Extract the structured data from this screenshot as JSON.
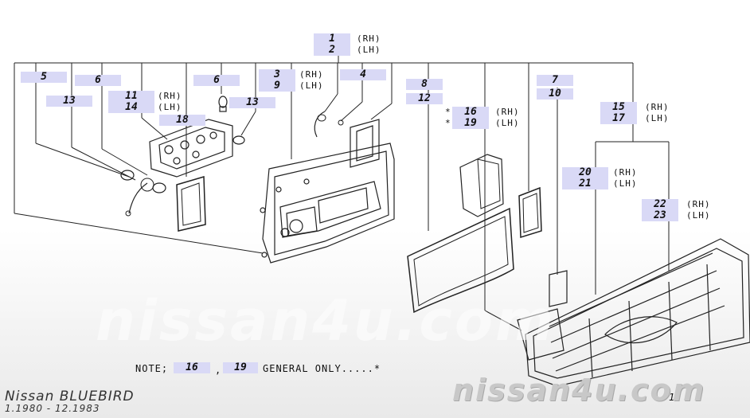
{
  "callouts": [
    {
      "id": "c1",
      "label": "1"
    },
    {
      "id": "c2",
      "label": "2"
    },
    {
      "id": "c3",
      "label": "3"
    },
    {
      "id": "c9",
      "label": "9"
    },
    {
      "id": "c4",
      "label": "4"
    },
    {
      "id": "c5",
      "label": "5"
    },
    {
      "id": "c6a",
      "label": "6"
    },
    {
      "id": "c6b",
      "label": "6"
    },
    {
      "id": "c13a",
      "label": "13"
    },
    {
      "id": "c13b",
      "label": "13"
    },
    {
      "id": "c11",
      "label": "11"
    },
    {
      "id": "c14",
      "label": "14"
    },
    {
      "id": "c18",
      "label": "18"
    },
    {
      "id": "c8",
      "label": "8"
    },
    {
      "id": "c12",
      "label": "12"
    },
    {
      "id": "c16",
      "label": "16"
    },
    {
      "id": "c19",
      "label": "19"
    },
    {
      "id": "c7",
      "label": "7"
    },
    {
      "id": "c10",
      "label": "10"
    },
    {
      "id": "c15",
      "label": "15"
    },
    {
      "id": "c17",
      "label": "17"
    },
    {
      "id": "c20",
      "label": "20"
    },
    {
      "id": "c21",
      "label": "21"
    },
    {
      "id": "c22",
      "label": "22"
    },
    {
      "id": "c23",
      "label": "23"
    }
  ],
  "side_labels": {
    "rh": "(RH)",
    "lh": "(LH)",
    "star16": "*",
    "star19": "*"
  },
  "note": {
    "prefix": "NOTE;",
    "ref1": "16",
    "sep": ",",
    "ref2": "19",
    "text": "GENERAL ONLY.....*"
  },
  "model": {
    "name": "Nissan BLUEBIRD",
    "years": "1.1980 - 12.1983"
  },
  "watermark": {
    "center": "nissan4u.com",
    "bottom": "nissan4u.com"
  },
  "page_number": "1"
}
